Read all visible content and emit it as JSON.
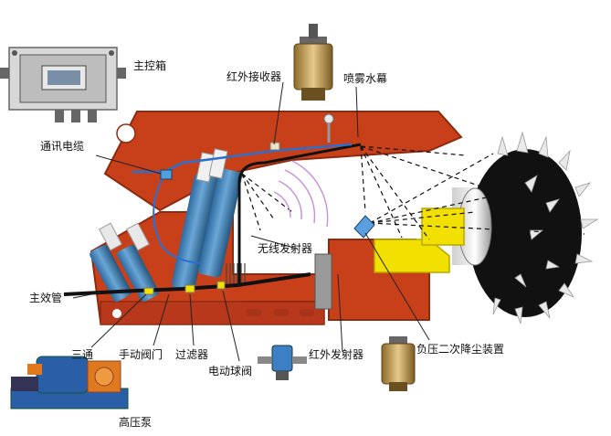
{
  "labels": {
    "main_control_box": "主控箱",
    "ir_receiver": "红外接收器",
    "spray_curtain": "喷雾水幕",
    "comm_cable": "通讯电缆",
    "wireless_transmitter": "无线发射器",
    "main_pipe": "主效管",
    "tee": "三通",
    "manual_valve": "手动阀门",
    "filter": "过滤器",
    "electric_ball_valve": "电动球阀",
    "ir_transmitter": "红外发射器",
    "negative_pressure_device": "负压二次降尘装置",
    "high_pressure_pump": "高压泵"
  },
  "colors": {
    "frame": "#c8401a",
    "frame_dark": "#8e2a10",
    "cylinder": "#3d7fb8",
    "cutter": "#111111",
    "yellow_block": "#f2e000",
    "pump_blue": "#2a5fa8",
    "pump_orange": "#e0781e"
  },
  "icons": {
    "control_box": "control-box-icon",
    "receiver": "receiver-device-icon",
    "valve_device": "valve-device-icon",
    "pump": "pump-icon"
  }
}
